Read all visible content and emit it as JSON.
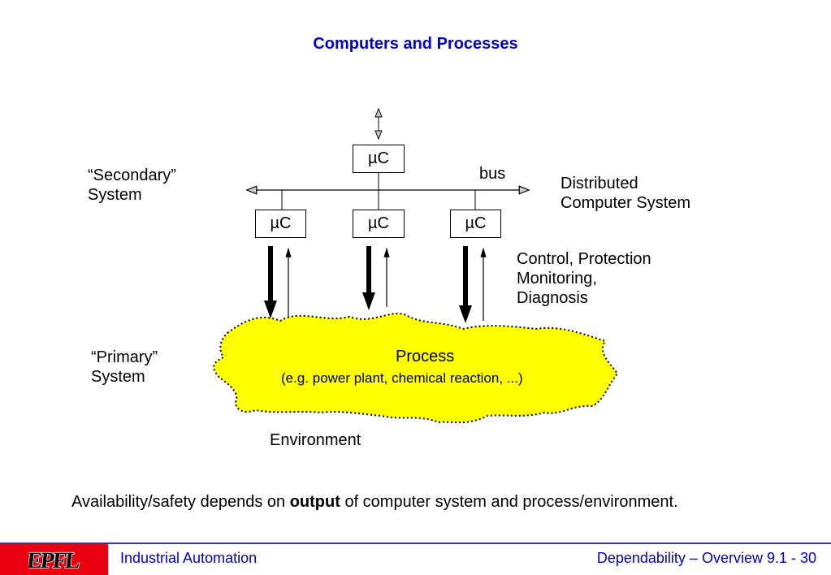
{
  "title": "Computers and Processes",
  "diagram": {
    "top_node": "µC",
    "nodes": [
      "µC",
      "µC",
      "µC"
    ],
    "bus_label": "bus",
    "secondary_label": [
      "“Secondary”",
      "System"
    ],
    "distributed_label": [
      "Distributed",
      "Computer System"
    ],
    "control_label": [
      "Control, Protection",
      "Monitoring,",
      "Diagnosis"
    ],
    "primary_label": [
      "“Primary”",
      "System"
    ],
    "process_title": "Process",
    "process_subtitle": "(e.g. power plant, chemical reaction, ...)",
    "environment_label": "Environment"
  },
  "statement": {
    "before": "Availability/safety depends on ",
    "bold": "output",
    "after": " of computer system and process/environment."
  },
  "footer": {
    "logo_text": "EPFL",
    "left": "Industrial Automation",
    "right": "Dependability – Overview 9.1 - 30"
  },
  "colors": {
    "title": "#0000cc",
    "process_fill": "#ffff00",
    "logo_bg": "#e8000e",
    "footer_text": "#0000cc"
  }
}
